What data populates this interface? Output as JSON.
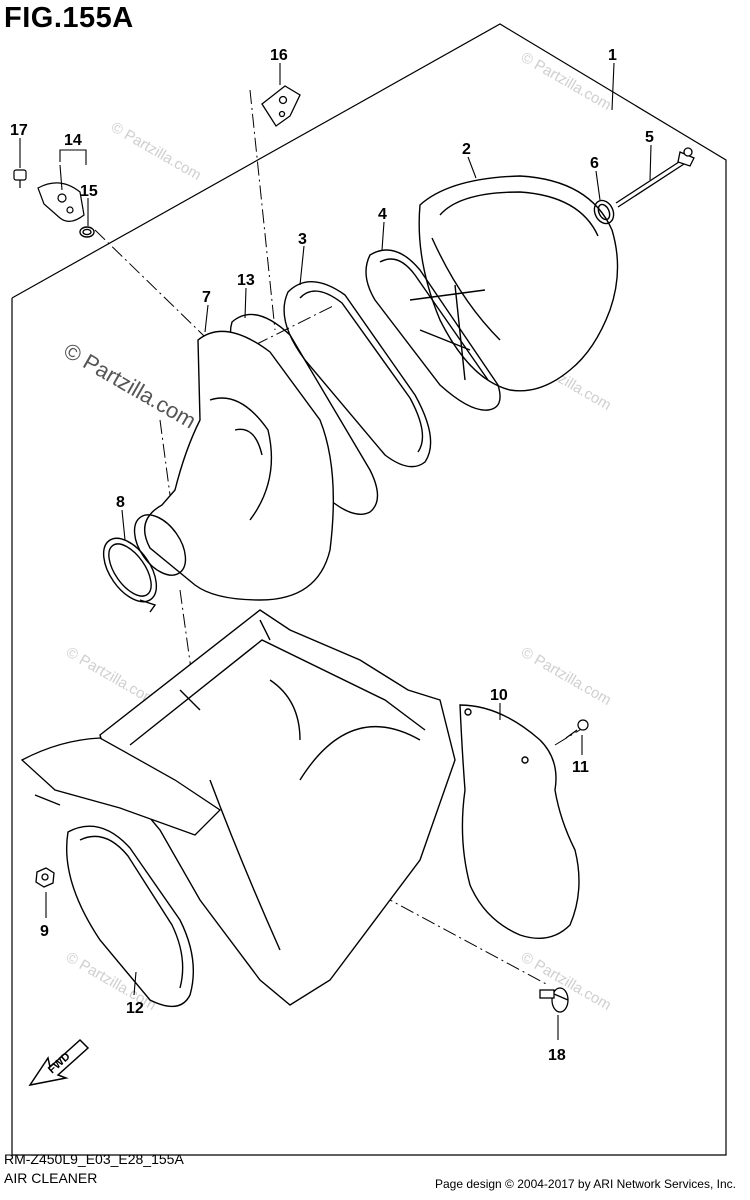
{
  "figure": {
    "title": "FIG.155A",
    "diagram_code": "RM-Z450L9_E03_E28_155A",
    "section_name": "AIR CLEANER",
    "copyright": "Page design © 2004-2017 by ARI Network Services, Inc."
  },
  "watermark": {
    "main": "© Partzilla.com",
    "small": "© Partzilla.com"
  },
  "callouts": [
    "1",
    "2",
    "3",
    "4",
    "5",
    "6",
    "7",
    "8",
    "9",
    "10",
    "11",
    "12",
    "13",
    "14",
    "15",
    "16",
    "17",
    "18"
  ],
  "icons": {
    "fwd_arrow": "FWD"
  }
}
